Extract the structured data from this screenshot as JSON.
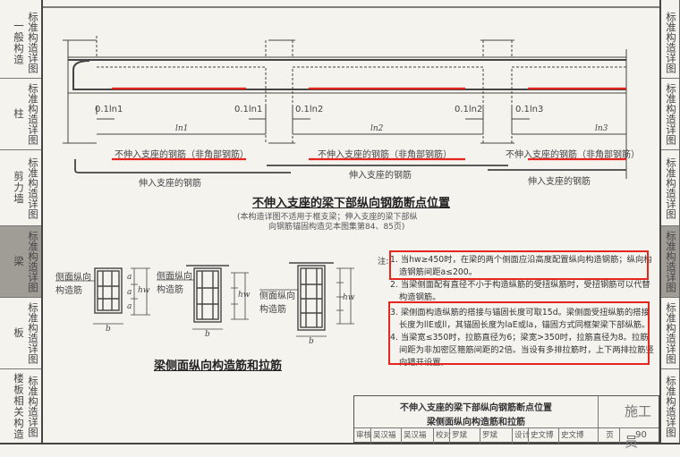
{
  "left_sidebar": [
    {
      "category": "一般构造",
      "suffix": "标准构造详图",
      "active": false
    },
    {
      "category": "柱",
      "suffix": "标准构造详图",
      "active": false
    },
    {
      "category": "剪力墙",
      "suffix": "标准构造详图",
      "active": false
    },
    {
      "category": "梁",
      "suffix": "标准构造详图",
      "active": true
    },
    {
      "category": "板",
      "suffix": "标准构造详图",
      "active": false
    },
    {
      "category": "楼板相关构造",
      "suffix": "标准构造详图",
      "active": false
    }
  ],
  "right_sidebar": [
    "标准构造详图",
    "标准构造详图",
    "标准构造详图",
    "标准构造详图",
    "标准构造详图",
    "标准构造详图"
  ],
  "diagram1": {
    "dims": [
      "0.1ln1",
      "0.1ln1",
      "0.1ln2",
      "0.1ln2",
      "0.1ln3"
    ],
    "spans": [
      "ln1",
      "ln2",
      "ln3"
    ],
    "not_into_support": "不伸入支座的钢筋（非角部钢筋）",
    "into_support": "伸入支座的钢筋",
    "title": "不伸入支座的梁下部纵向钢筋断点位置",
    "subtitle1": "(本构造详图不适用于框支梁；伸入支座的梁下部纵",
    "subtitle2": "向钢筋锚固构造见本图集第84、85页)"
  },
  "diagram2": {
    "side_label_1": "侧面纵向",
    "side_label_2": "构造筋",
    "dim_a": "a",
    "dim_b": "b",
    "dim_hw": "hw",
    "title": "梁侧面纵向构造筋和拉筋"
  },
  "notes": {
    "prefix": "注:",
    "items": [
      "1. 当hw≥450时，在梁的两个侧面应沿高度配置纵向构造钢筋；纵向构造钢筋间距a≤200。",
      "2. 当梁侧面配有直径不小于构造纵筋的受扭纵筋时，受扭钢筋可以代替构造钢筋。",
      "3. 梁侧面构造纵筋的搭接与锚固长度可取15d。梁侧面受扭纵筋的搭接长度为llE或ll，其锚固长度为laE或la，锚固方式同框架梁下部纵筋。",
      "4. 当梁宽≤350时，拉筋直径为6；梁宽>350时，拉筋直径为8。拉筋间距为非加密区箍筋间距的2倍。当设有多排拉筋时，上下两排拉筋竖向错开设置。"
    ],
    "highlight_color": "#e5261f"
  },
  "title_block": {
    "title1": "不伸入支座的梁下部纵向钢筋断点位置",
    "title2": "梁侧面纵向构造筋和拉筋",
    "row": [
      "审核",
      "吴汉福",
      "吴汉福",
      "校对",
      "罗斌",
      "罗斌",
      "设计",
      "史文博",
      "史文博"
    ],
    "page_label": "页",
    "page": "90",
    "watermark": "施工员"
  }
}
